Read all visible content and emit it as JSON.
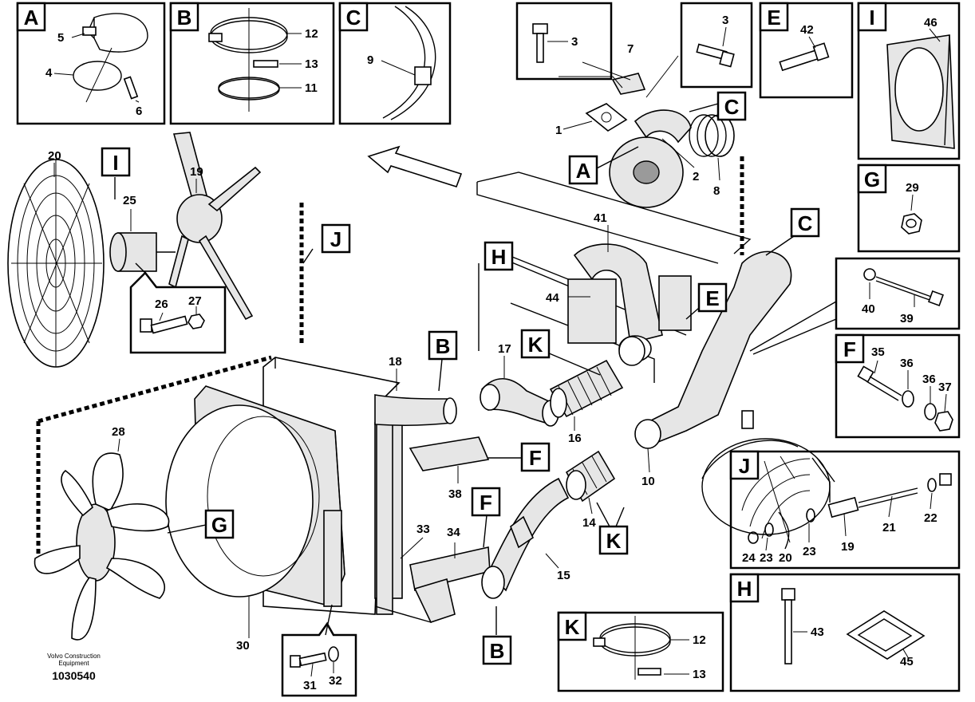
{
  "insets": {
    "A": {
      "tag": "A",
      "labels": [
        "5",
        "4",
        "6"
      ]
    },
    "B": {
      "tag": "B",
      "labels": [
        "12",
        "13",
        "11"
      ]
    },
    "C": {
      "tag": "C",
      "labels": [
        "9"
      ]
    },
    "E": {
      "tag": "E",
      "labels": [
        "42"
      ]
    },
    "I": {
      "tag": "I",
      "labels": [
        "46"
      ]
    },
    "G": {
      "tag": "G",
      "labels": [
        "29"
      ]
    },
    "F": {
      "tag": "F",
      "labels": [
        "35",
        "36",
        "36",
        "37"
      ]
    },
    "J": {
      "tag": "J",
      "labels": [
        "22",
        "21",
        "19",
        "23",
        "20",
        "23",
        "24"
      ]
    },
    "H": {
      "tag": "H",
      "labels": [
        "43",
        "45"
      ]
    },
    "K": {
      "tag": "K",
      "labels": [
        "12",
        "13"
      ]
    }
  },
  "small_boxes": {
    "bolt3a": {
      "labels": [
        "3"
      ]
    },
    "bolt3b": {
      "labels": [
        "3"
      ]
    },
    "bolt26": {
      "labels": [
        "26",
        "27"
      ]
    },
    "bolt39": {
      "labels": [
        "40",
        "39"
      ]
    },
    "bolt31": {
      "labels": [
        "31",
        "32"
      ]
    }
  },
  "callouts": [
    "A",
    "C",
    "I",
    "J",
    "H",
    "E",
    "C",
    "B",
    "K",
    "F",
    "G",
    "F",
    "K",
    "B"
  ],
  "part_numbers": [
    "7",
    "1",
    "2",
    "8",
    "20",
    "25",
    "19",
    "41",
    "44",
    "18",
    "17",
    "16",
    "10",
    "28",
    "38",
    "33",
    "34",
    "14",
    "15",
    "30"
  ],
  "footer": {
    "brand_line1": "Volvo Construction",
    "brand_line2": "Equipment",
    "doc_number": "1030540"
  }
}
